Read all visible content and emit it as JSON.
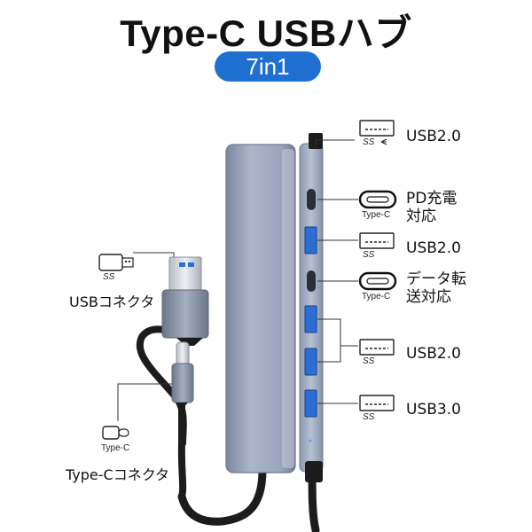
{
  "title": "Type-C USBハブ",
  "badge": {
    "text": "7in1",
    "color": "#1f6fd1"
  },
  "port_labels": [
    {
      "id": "usb20-top",
      "text": "USB2.0",
      "icon": "usb-a-port-icon"
    },
    {
      "id": "pd",
      "line1": "PD充電",
      "line2": "対応",
      "icon": "usb-c-port-icon"
    },
    {
      "id": "usb20-mid",
      "text": "USB2.0",
      "icon": "usb-a-port-icon"
    },
    {
      "id": "data",
      "line1": "データ転",
      "line2": "送対応",
      "icon": "usb-c-port-icon"
    },
    {
      "id": "usb20-group",
      "text": "USB2.0",
      "icon": "usb-a-port-icon"
    },
    {
      "id": "usb30",
      "text": "USB3.0",
      "icon": "usb-a-port-icon"
    }
  ],
  "icon_captions": {
    "ss": "SS",
    "type_c": "Type-C"
  },
  "connectors": {
    "usb": {
      "label": "USBコネクタ",
      "icon": "usb-a-plug-icon"
    },
    "typec": {
      "label": "Type-Cコネクタ",
      "icon": "usb-c-plug-icon",
      "caption": "Type-C"
    }
  },
  "colors": {
    "hub_body": "#9aa6bd",
    "usb3_blue": "#2b6fd6",
    "cable": "#1c1c1c"
  }
}
